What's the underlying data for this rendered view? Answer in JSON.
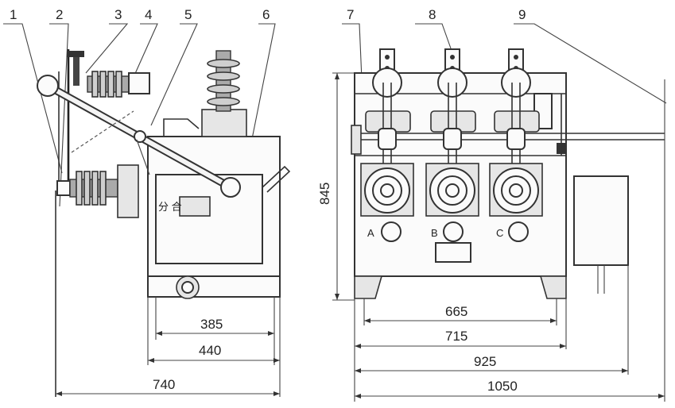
{
  "labels": [
    "1",
    "2",
    "3",
    "4",
    "5",
    "6",
    "7",
    "8",
    "9"
  ],
  "side_view": {
    "control_box_text": "分 合",
    "dims": [
      "385",
      "440",
      "740"
    ]
  },
  "front_view": {
    "height_dim": "845",
    "phases": [
      "A",
      "B",
      "C"
    ],
    "dims": [
      "665",
      "715",
      "925",
      "1050"
    ]
  }
}
